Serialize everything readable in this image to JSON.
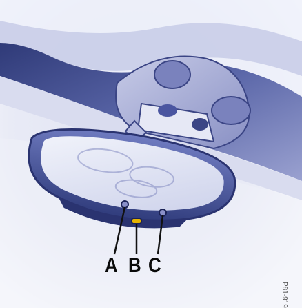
{
  "callouts": [
    {
      "id": "A",
      "label": "A"
    },
    {
      "id": "B",
      "label": "B"
    },
    {
      "id": "C",
      "label": "C"
    }
  ],
  "figure_code": "P81-919",
  "colors": {
    "headliner_light": "#eef0fa",
    "headliner_mid": "#b9bee0",
    "headliner_dark": "#3b4585",
    "mirror_frame": "#3e4b8a",
    "mirror_glass": "#e2e6f4",
    "indicator_b": "#e6b400"
  }
}
